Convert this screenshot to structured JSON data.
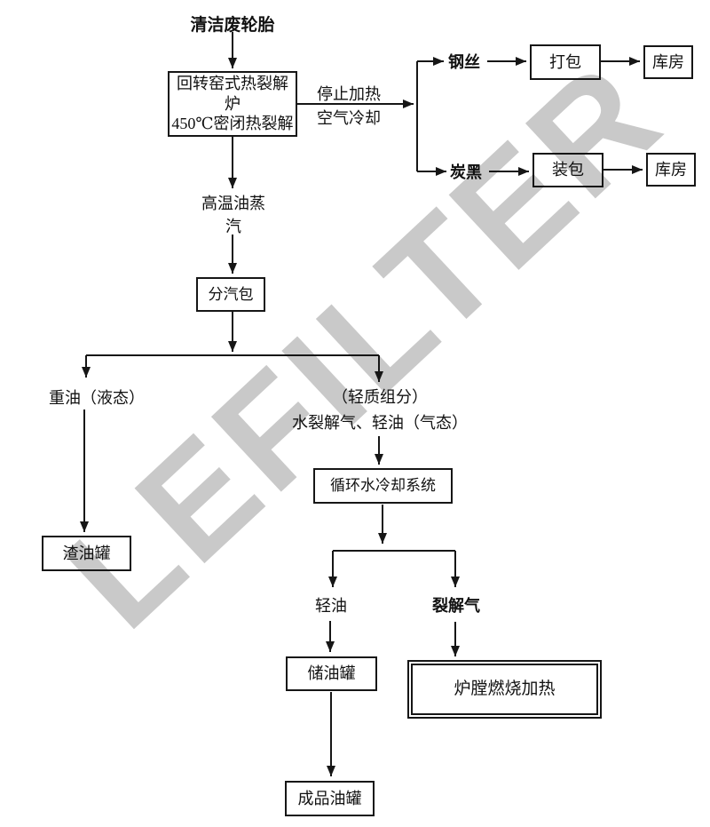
{
  "watermark": {
    "text": "LEFILTER",
    "color": "#c9c9c9"
  },
  "title": "清洁废轮胎",
  "boxes": {
    "furnace": {
      "line1": "回转窑式热裂解炉",
      "line2": "450℃密闭热裂解"
    },
    "baling": "打包",
    "warehouse_top": "库房",
    "bagging": "装包",
    "warehouse_bottom": "库房",
    "steam_drum": "分汽包",
    "residue_tank": "渣油罐",
    "cooling_system": "循环水冷却系统",
    "oil_storage_tank": "储油罐",
    "product_oil_tank": "成品油罐",
    "furnace_heating": "炉膛燃烧加热"
  },
  "labels": {
    "stop_heating": "停止加热",
    "air_cooling": "空气冷却",
    "steel_wire": "钢丝",
    "carbon_black": "炭黑",
    "hot_oil_vapor": "高温油蒸汽",
    "heavy_oil": "重油（液态）",
    "light_fraction_line1": "（轻质组分）",
    "light_fraction_line2": "水裂解气、轻油（气态）",
    "light_oil": "轻油",
    "pyrolysis_gas": "裂解气"
  },
  "colors": {
    "line": "#161616",
    "watermark": "#c9c9c9"
  }
}
